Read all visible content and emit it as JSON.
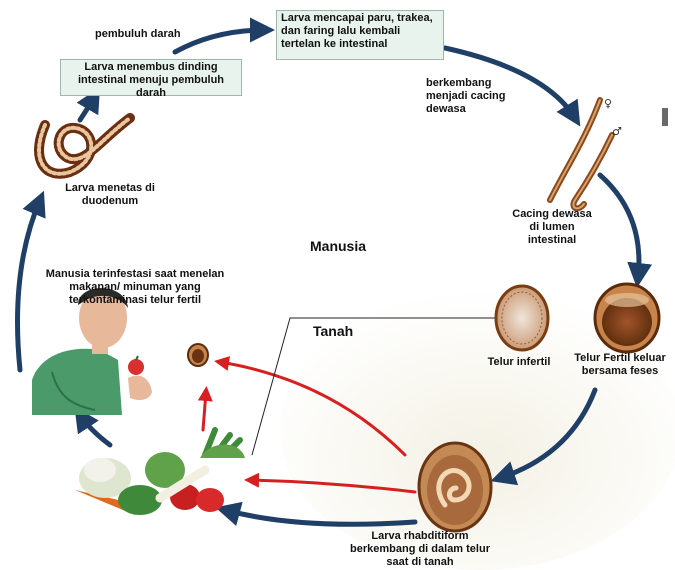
{
  "zones": {
    "human": "Manusia",
    "soil": "Tanah"
  },
  "labels": {
    "blood_vessel": "pembuluh darah",
    "larva_penetrates": "Larva menembus dinding intestinal menuju pembuluh darah",
    "larva_reaches_lungs": "Larva mencapai paru, trakea, dan faring lalu kembali tertelan ke intestinal",
    "develops_adult": "berkembang menjadi cacing dewasa",
    "adult_worm": "Cacing dewasa di lumen intestinal",
    "fertile_egg": "Telur Fertil keluar bersama feses",
    "infertile_egg": "Telur infertil",
    "rhabditiform": "Larva rhabditiform berkembang di dalam telur saat di tanah",
    "human_infected": "Manusia terinfestasi saat menelan makanan/ minuman yang terkontaminasi telur fertil",
    "larva_hatch": "Larva menetas di duodenum"
  },
  "colors": {
    "cycle_arrow": "#1f3f66",
    "contamination_arrow": "#d62020",
    "egg_shell": "#7a3d12",
    "box_fill": "#e9f3ee"
  }
}
